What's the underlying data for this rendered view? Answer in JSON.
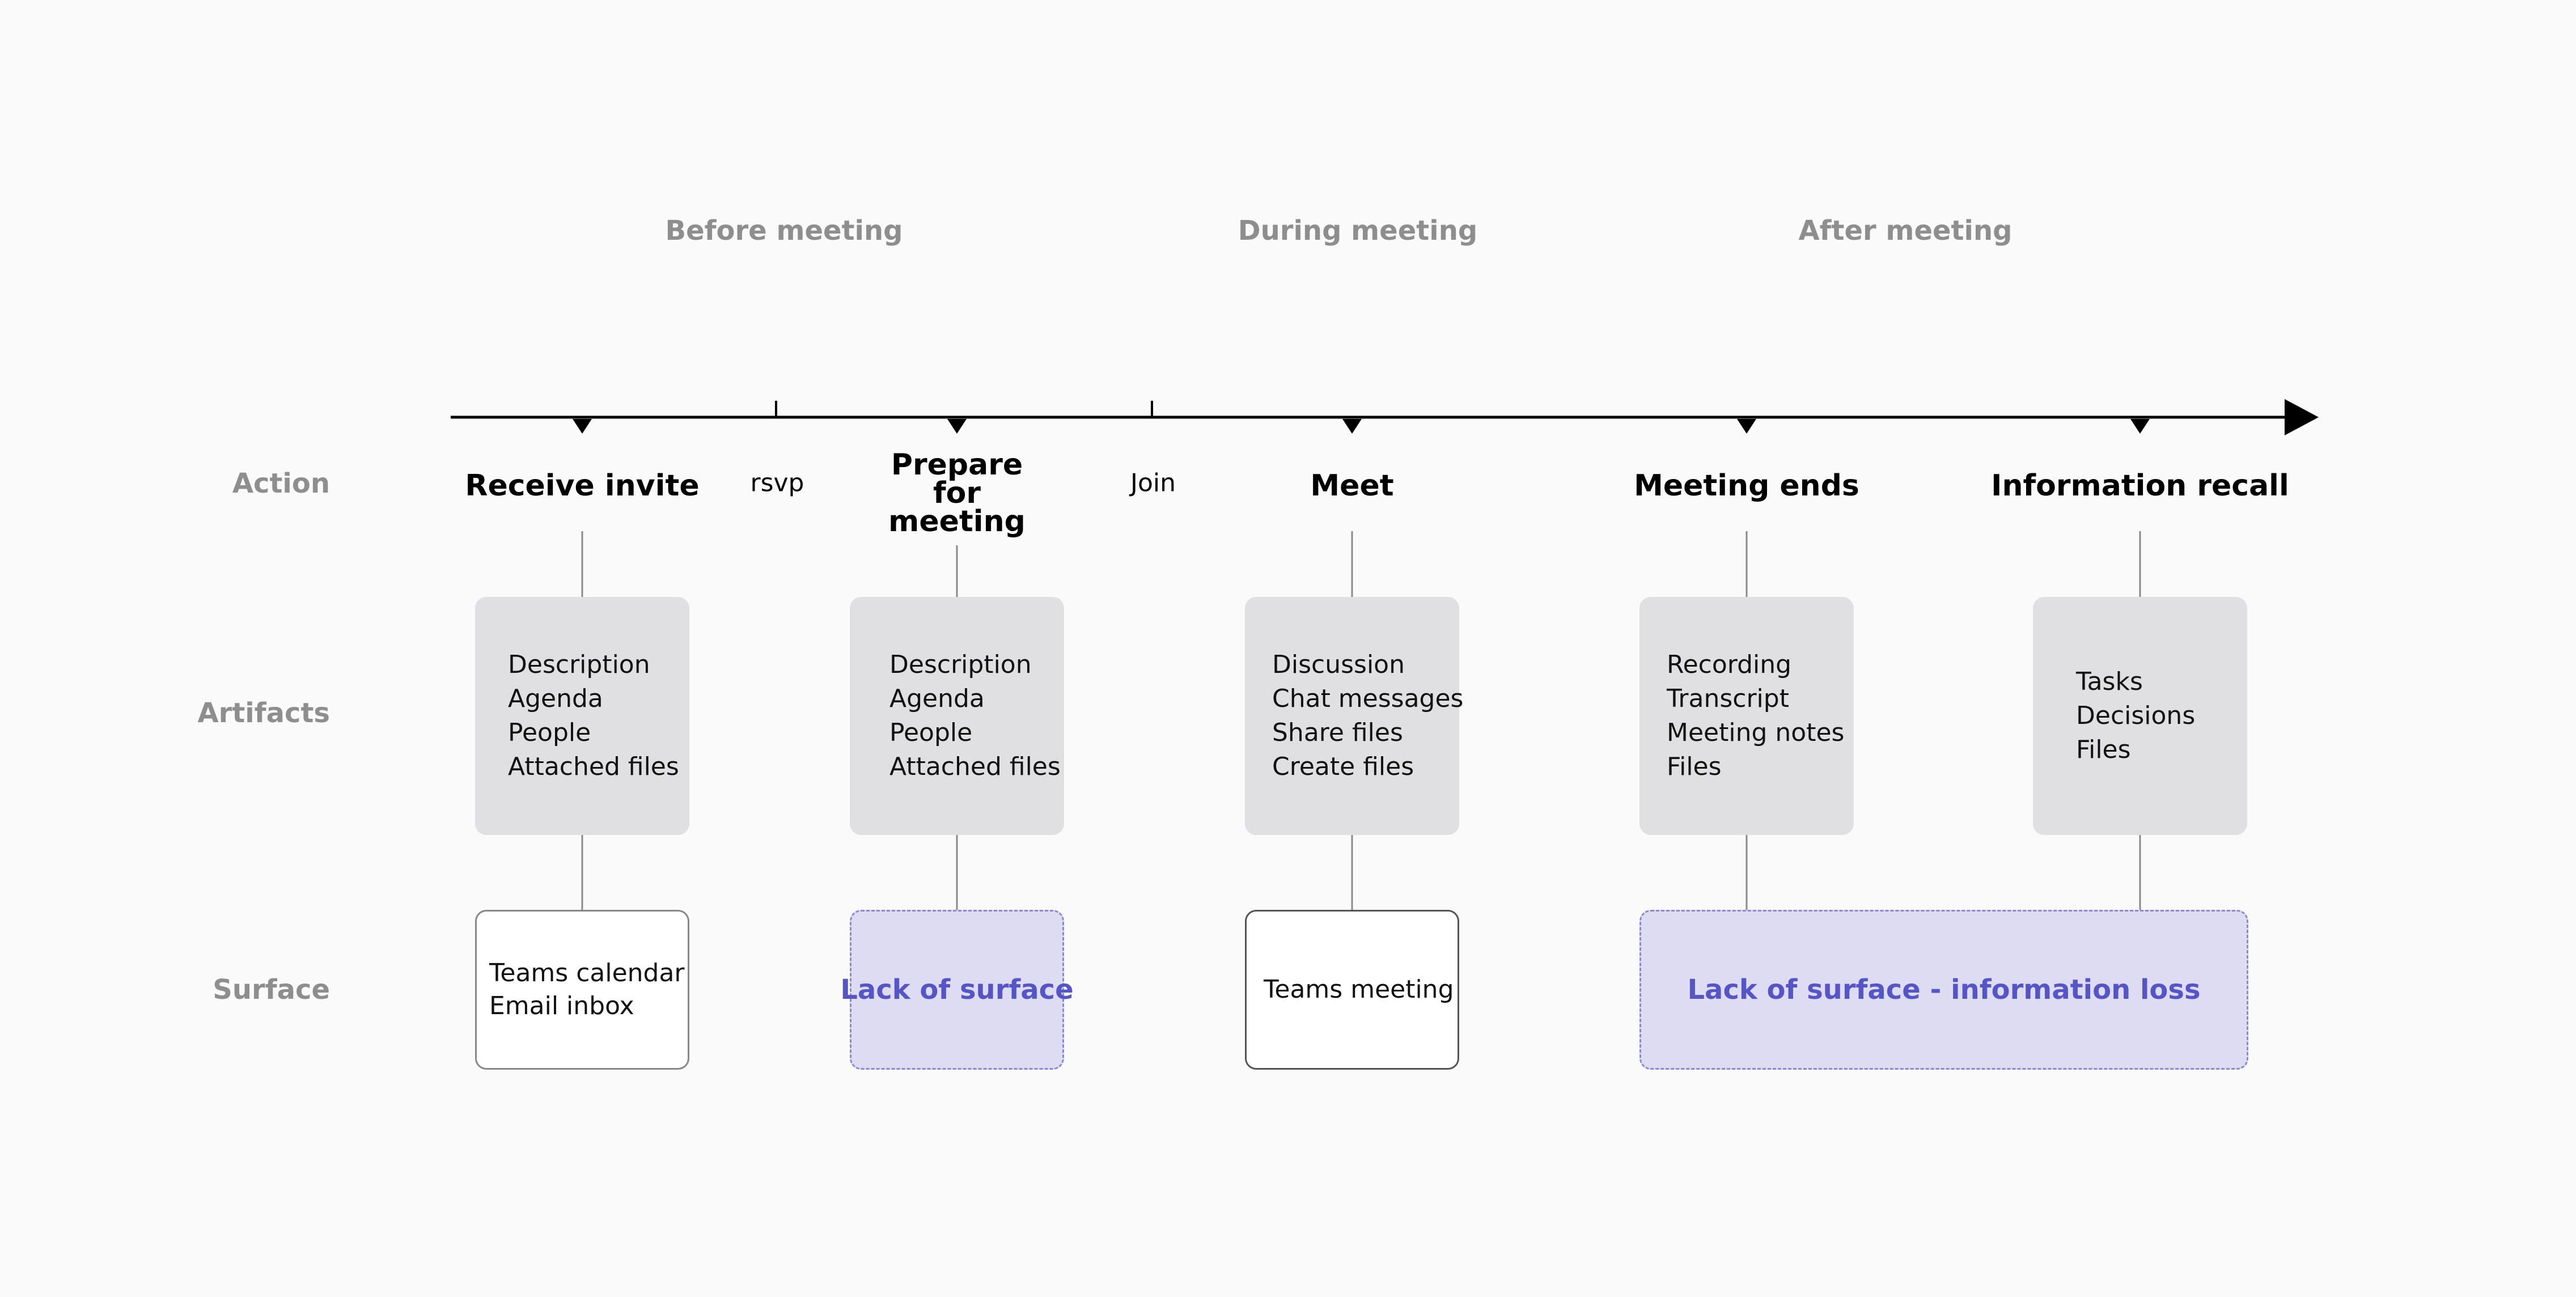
{
  "phases": [
    "Before meeting",
    "During meeting",
    "After meeting"
  ],
  "row_labels": {
    "action": "Action",
    "artifacts": "Artifacts",
    "surface": "Surface"
  },
  "actions": [
    {
      "label": "Receive invite"
    },
    {
      "label": "Prepare for meeting"
    },
    {
      "label": "Meet"
    },
    {
      "label": "Meeting ends"
    },
    {
      "label": "Information recall"
    }
  ],
  "markers": [
    "rsvp",
    "Join"
  ],
  "artifacts": [
    [
      "Description",
      "Agenda",
      "People",
      "Attached files"
    ],
    [
      "Description",
      "Agenda",
      "People",
      "Attached files"
    ],
    [
      "Discussion",
      "Chat messages",
      "Share files",
      "Create files"
    ],
    [
      "Recording",
      "Transcript",
      "Meeting notes",
      "Files"
    ],
    [
      "Tasks",
      "Decisions",
      "Files"
    ]
  ],
  "surfaces": [
    {
      "lines": [
        "Teams calendar",
        "Email inbox"
      ],
      "type": "solid"
    },
    {
      "lines": [
        "Lack of surface"
      ],
      "type": "gap"
    },
    {
      "lines": [
        "Teams meeting"
      ],
      "type": "solid"
    },
    {
      "lines": [
        "Lack of surface - information loss"
      ],
      "type": "gap"
    }
  ],
  "colors": {
    "background": "#fafafa",
    "muted_label": "#8e8e8e",
    "artifact_fill": "#e0e0e2",
    "gap_fill": "#dddcf3",
    "gap_border": "#8b88d6",
    "gap_text": "#5555c8"
  }
}
